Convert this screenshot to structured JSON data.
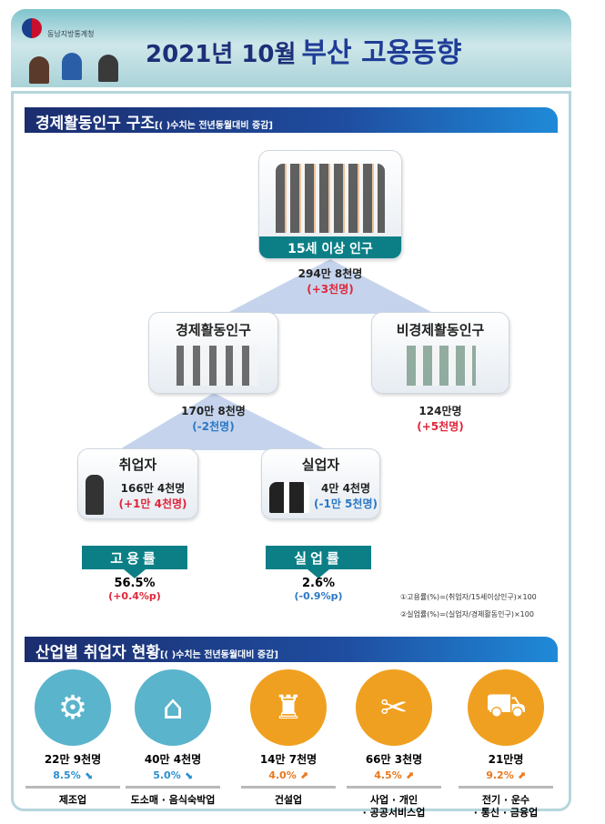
{
  "header": {
    "org": "동남지방통계청",
    "title_prefix": "2021년 10월",
    "title_main": "부산  고용동향"
  },
  "section1": {
    "title": "경제활동인구 구조",
    "note": "[( )수치는 전년동월대비 증감]"
  },
  "population15": {
    "label": "15세 이상 인구",
    "value": "294만 8천명",
    "change": "(+3천명)"
  },
  "econ_active": {
    "label": "경제활동인구",
    "value": "170만 8천명",
    "change": "(-2천명)"
  },
  "non_econ_active": {
    "label": "비경제활동인구",
    "value": "124만명",
    "change": "(+5천명)"
  },
  "employed": {
    "label": "취업자",
    "value": "166만 4천명",
    "change": "(+1만 4천명)"
  },
  "unemployed": {
    "label": "실업자",
    "value": "4만 4천명",
    "change": "(-1만 5천명)"
  },
  "employment_rate": {
    "label": "고용률",
    "value": "56.5%",
    "change": "(+0.4%p)"
  },
  "unemployment_rate": {
    "label": "실업률",
    "value": "2.6%",
    "change": "(-0.9%p)"
  },
  "notes": [
    "①고용률(%)=(취업자/15세이상인구)×100",
    "②실업률(%)=(실업자/경제활동인구)×100"
  ],
  "section2": {
    "title": "산업별 취업자 현황",
    "note": "[( )수치는 전년동월대비 증감]"
  },
  "industries": [
    {
      "name": "제조업",
      "value": "22만 9천명",
      "pct": "8.5%",
      "trend": "down",
      "icon": "gear-person-icon"
    },
    {
      "name": "도소매 · 음식숙박업",
      "value": "40만 4천명",
      "pct": "5.0%",
      "trend": "down",
      "icon": "store-icon"
    },
    {
      "name": "건설업",
      "value": "14만 7천명",
      "pct": "4.0%",
      "trend": "up",
      "icon": "crane-icon"
    },
    {
      "name": "사업 · 개인\n· 공공서비스업",
      "value": "66만 3천명",
      "pct": "4.5%",
      "trend": "up",
      "icon": "service-icon"
    },
    {
      "name": "전기 · 운수\n· 통신 · 금융업",
      "value": "21만명",
      "pct": "9.2%",
      "trend": "up",
      "icon": "truck-icon"
    }
  ],
  "colors": {
    "teal": "#0c7f86",
    "navy": "#1b2d6e",
    "red": "#e0263b",
    "blue": "#2b78c5",
    "orange": "#f0a020",
    "sky": "#5ab4cc"
  }
}
